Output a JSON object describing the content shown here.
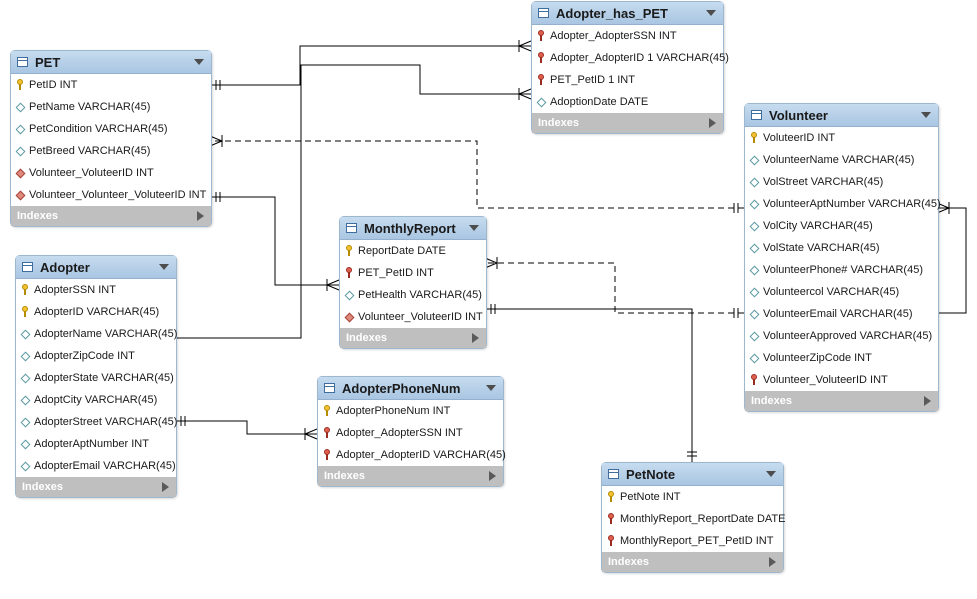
{
  "tables": {
    "pet": {
      "title": "PET",
      "columns": [
        {
          "icon": "primary-key-icon",
          "text": "PetID INT"
        },
        {
          "icon": "column-diamond-icon",
          "text": "PetName VARCHAR(45)"
        },
        {
          "icon": "column-diamond-icon",
          "text": "PetCondition VARCHAR(45)"
        },
        {
          "icon": "column-diamond-icon",
          "text": "PetBreed VARCHAR(45)"
        },
        {
          "icon": "foreign-column-diamond-icon",
          "text": "Volunteer_VoluteerID INT"
        },
        {
          "icon": "foreign-column-diamond-icon",
          "text": "Volunteer_Volunteer_VoluteerID INT"
        }
      ],
      "indexes_label": "Indexes"
    },
    "adopter": {
      "title": "Adopter",
      "columns": [
        {
          "icon": "primary-key-icon",
          "text": "AdopterSSN INT"
        },
        {
          "icon": "primary-key-icon",
          "text": "AdopterID VARCHAR(45)"
        },
        {
          "icon": "column-diamond-icon",
          "text": "AdopterName VARCHAR(45)"
        },
        {
          "icon": "column-diamond-icon",
          "text": "AdopterZipCode INT"
        },
        {
          "icon": "column-diamond-icon",
          "text": "AdopterState VARCHAR(45)"
        },
        {
          "icon": "column-diamond-icon",
          "text": "AdoptCity VARCHAR(45)"
        },
        {
          "icon": "column-diamond-icon",
          "text": "AdopterStreet VARCHAR(45)"
        },
        {
          "icon": "column-diamond-icon",
          "text": "AdopterAptNumber INT"
        },
        {
          "icon": "column-diamond-icon",
          "text": "AdopterEmail VARCHAR(45)"
        }
      ],
      "indexes_label": "Indexes"
    },
    "adopter_has_pet": {
      "title": "Adopter_has_PET",
      "columns": [
        {
          "icon": "foreign-key-icon",
          "text": "Adopter_AdopterSSN INT"
        },
        {
          "icon": "foreign-key-icon",
          "text": "Adopter_AdopterID 1 VARCHAR(45)"
        },
        {
          "icon": "foreign-key-icon",
          "text": "PET_PetID 1 INT"
        },
        {
          "icon": "column-diamond-icon",
          "text": "AdoptionDate DATE"
        }
      ],
      "indexes_label": "Indexes"
    },
    "monthly_report": {
      "title": "MonthlyReport",
      "columns": [
        {
          "icon": "primary-key-icon",
          "text": "ReportDate DATE"
        },
        {
          "icon": "foreign-key-icon",
          "text": "PET_PetID INT"
        },
        {
          "icon": "column-diamond-icon",
          "text": "PetHealth VARCHAR(45)"
        },
        {
          "icon": "foreign-column-diamond-icon",
          "text": "Volunteer_VoluteerID INT"
        }
      ],
      "indexes_label": "Indexes"
    },
    "adopter_phone_num": {
      "title": "AdopterPhoneNum",
      "columns": [
        {
          "icon": "primary-key-icon",
          "text": "AdopterPhoneNum INT"
        },
        {
          "icon": "foreign-key-icon",
          "text": "Adopter_AdopterSSN INT"
        },
        {
          "icon": "foreign-key-icon",
          "text": "Adopter_AdopterID VARCHAR(45)"
        }
      ],
      "indexes_label": "Indexes"
    },
    "volunteer": {
      "title": "Volunteer",
      "columns": [
        {
          "icon": "primary-key-icon",
          "text": "VoluteerID INT"
        },
        {
          "icon": "column-diamond-icon",
          "text": "VolunteerName VARCHAR(45)"
        },
        {
          "icon": "column-diamond-icon",
          "text": "VolStreet VARCHAR(45)"
        },
        {
          "icon": "column-diamond-icon",
          "text": "VolunteerAptNumber VARCHAR(45)"
        },
        {
          "icon": "column-diamond-icon",
          "text": "VolCity VARCHAR(45)"
        },
        {
          "icon": "column-diamond-icon",
          "text": "VolState VARCHAR(45)"
        },
        {
          "icon": "column-diamond-icon",
          "text": "VolunteerPhone# VARCHAR(45)"
        },
        {
          "icon": "column-diamond-icon",
          "text": "Volunteercol VARCHAR(45)"
        },
        {
          "icon": "column-diamond-icon",
          "text": "VolunteerEmail VARCHAR(45)"
        },
        {
          "icon": "column-diamond-icon",
          "text": "VolunteerApproved VARCHAR(45)"
        },
        {
          "icon": "column-diamond-icon",
          "text": "VolunteerZipCode INT"
        },
        {
          "icon": "foreign-key-icon",
          "text": "Volunteer_VoluteerID INT"
        }
      ],
      "indexes_label": "Indexes"
    },
    "pet_note": {
      "title": "PetNote",
      "columns": [
        {
          "icon": "primary-key-icon",
          "text": "PetNote INT"
        },
        {
          "icon": "foreign-key-icon",
          "text": "MonthlyReport_ReportDate DATE"
        },
        {
          "icon": "foreign-key-icon",
          "text": "MonthlyReport_PET_PetID INT"
        }
      ],
      "indexes_label": "Indexes"
    }
  },
  "relationships": [
    {
      "from": "PET",
      "to": "Adopter_has_PET",
      "style": "identifying"
    },
    {
      "from": "Adopter",
      "to": "Adopter_has_PET",
      "style": "identifying"
    },
    {
      "from": "PET",
      "to": "MonthlyReport",
      "style": "identifying"
    },
    {
      "from": "Adopter",
      "to": "AdopterPhoneNum",
      "style": "identifying"
    },
    {
      "from": "Volunteer",
      "to": "PET",
      "style": "non-identifying"
    },
    {
      "from": "Volunteer",
      "to": "MonthlyReport",
      "style": "non-identifying"
    },
    {
      "from": "MonthlyReport",
      "to": "PetNote",
      "style": "identifying"
    },
    {
      "from": "Volunteer",
      "to": "Volunteer",
      "style": "self"
    }
  ],
  "colors": {
    "header": "#a9c6e2",
    "indexes_bar": "#bfbfbf",
    "line": "#000000"
  }
}
